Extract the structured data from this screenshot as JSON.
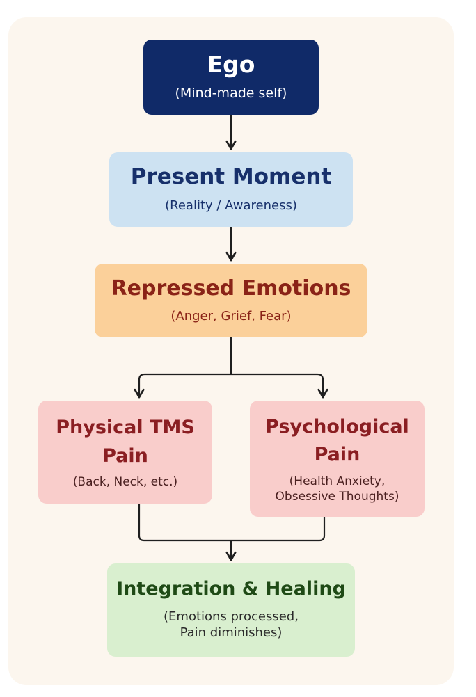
{
  "nodes": {
    "ego": {
      "title": "Ego",
      "subtitle": "(Mind-made self)"
    },
    "present_moment": {
      "title": "Present Moment",
      "subtitle": "(Reality / Awareness)"
    },
    "repressed_emotions": {
      "title": "Repressed Emotions",
      "subtitle": "(Anger, Grief, Fear)"
    },
    "physical_tms_pain": {
      "title_line1": "Physical TMS",
      "title_line2": "Pain",
      "subtitle": "(Back, Neck, etc.)"
    },
    "psychological_pain": {
      "title_line1": "Psychological",
      "title_line2": "Pain",
      "subtitle_line1": "(Health Anxiety,",
      "subtitle_line2": "Obsessive Thoughts)"
    },
    "integration_healing": {
      "title": "Integration & Healing",
      "subtitle_line1": "(Emotions processed,",
      "subtitle_line2": "Pain diminishes)"
    }
  },
  "edges": [
    {
      "from": "ego",
      "to": "present_moment"
    },
    {
      "from": "present_moment",
      "to": "repressed_emotions"
    },
    {
      "from": "repressed_emotions",
      "to": "physical_tms_pain"
    },
    {
      "from": "repressed_emotions",
      "to": "psychological_pain"
    },
    {
      "from": "physical_tms_pain",
      "to": "integration_healing"
    },
    {
      "from": "psychological_pain",
      "to": "integration_healing"
    }
  ],
  "colors": {
    "panel_background": "#fcf6ee",
    "ego": "#102a68",
    "present_moment": "#cde2f2",
    "repressed_emotions": "#fbd09a",
    "pain_nodes": "#f9cdcb",
    "integration_healing": "#d9efcf",
    "connector": "#1f1f1f"
  }
}
